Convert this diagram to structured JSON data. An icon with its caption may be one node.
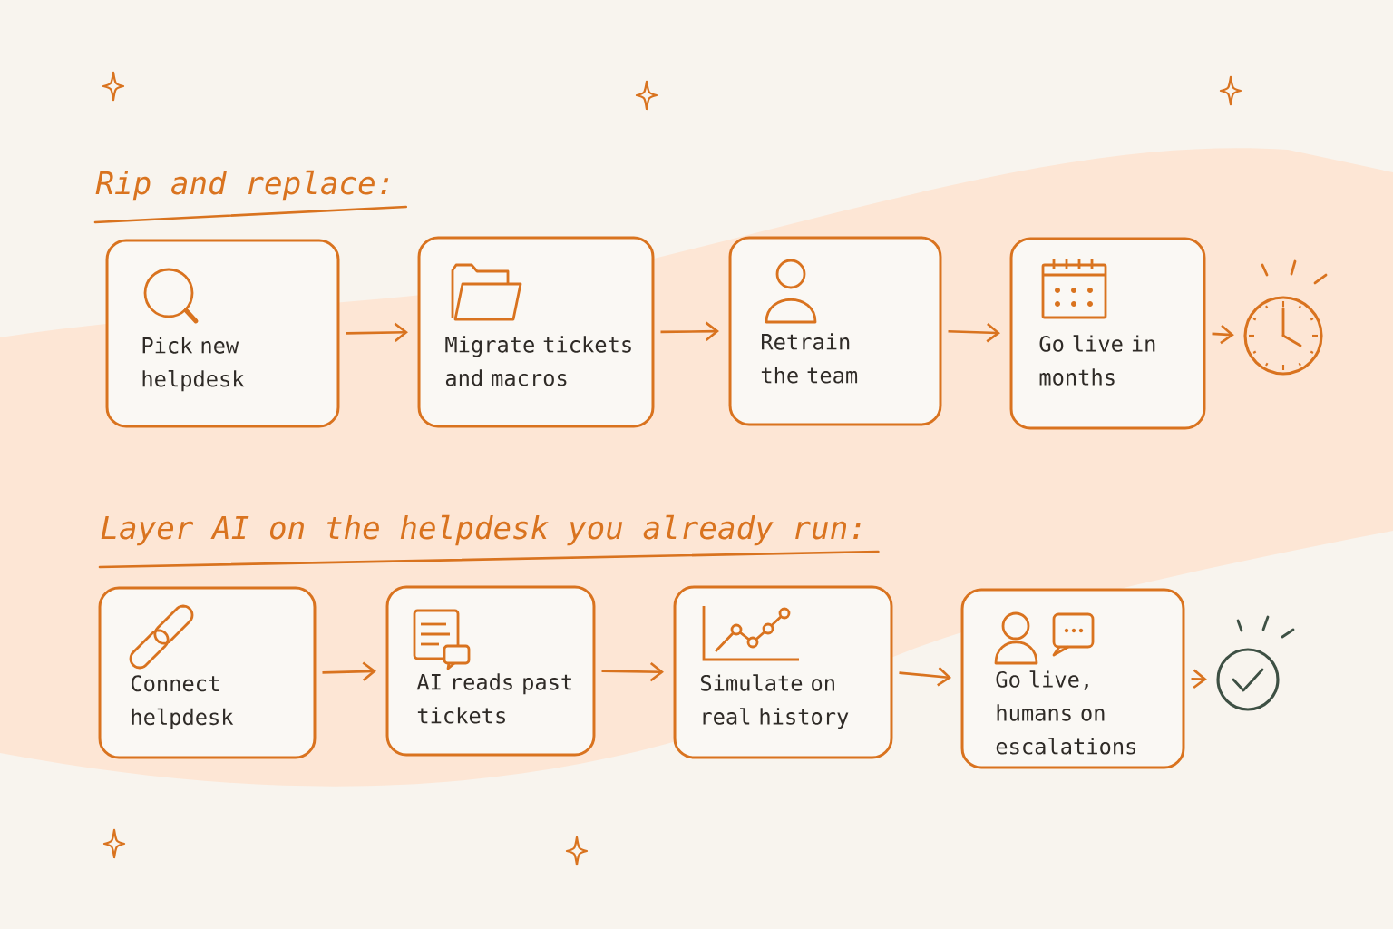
{
  "diagram": {
    "nodes": [
      {
        "text": [
          "Pick new helpdesk"
        ]
      },
      {
        "text": [
          "Migrate tickets and macros"
        ]
      },
      {
        "text": [
          "Retrain the team"
        ]
      },
      {
        "text": [
          "Go live in months"
        ]
      },
      {
        "text": [],
        "shape": "clock"
      },
      {
        "text": [
          "Connect helpdesk"
        ]
      },
      {
        "text": [
          "AI reads past tickets"
        ]
      },
      {
        "text": [
          "Simulate on real history"
        ]
      },
      {
        "text": [
          "Go live, humans on escalations"
        ]
      },
      {
        "text": [],
        "shape": "check"
      }
    ],
    "edges": [
      {
        "from": 0,
        "to": 1,
        "arrow": "to"
      },
      {
        "from": 1,
        "to": 2,
        "arrow": "to"
      },
      {
        "from": 2,
        "to": 3,
        "arrow": "to"
      },
      {
        "from": 3,
        "to": 4,
        "arrow": "to"
      },
      {
        "from": 5,
        "to": 6,
        "arrow": "to"
      },
      {
        "from": 6,
        "to": 7,
        "arrow": "to"
      },
      {
        "from": 7,
        "to": 8,
        "arrow": "to"
      },
      {
        "from": 8,
        "to": 9,
        "arrow": "to"
      }
    ],
    "labels": [
      "Rip and replace:",
      "Layer AI on the helpdesk you already run:"
    ]
  }
}
